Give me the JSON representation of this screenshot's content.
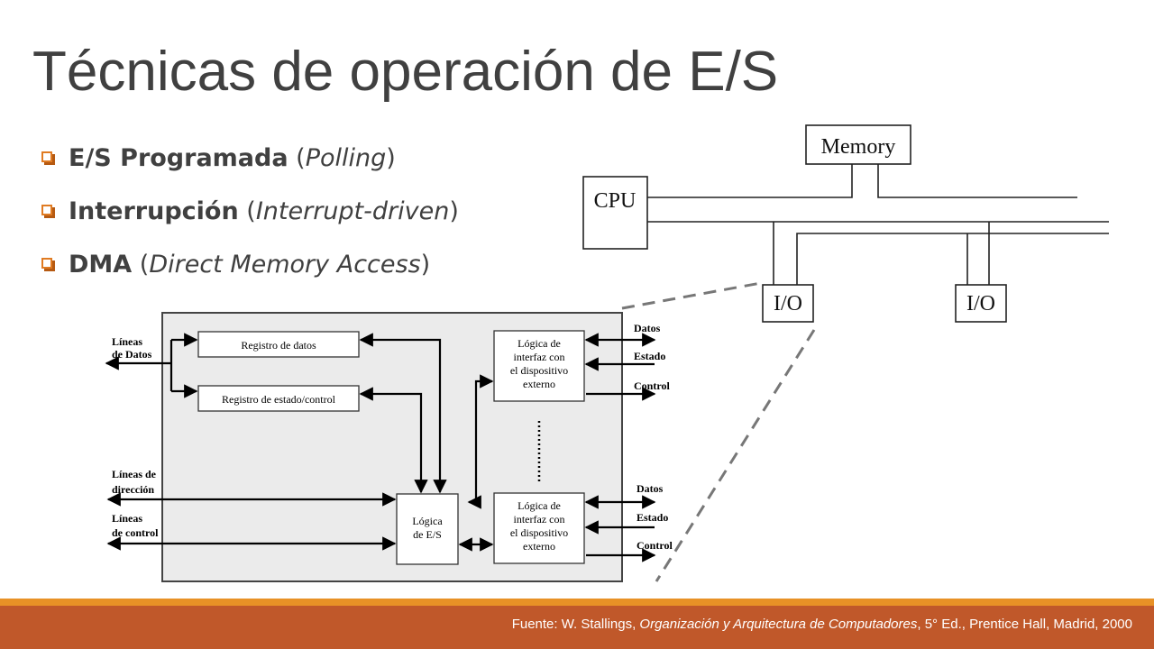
{
  "slide": {
    "title": "Técnicas de operación de E/S",
    "bullets": [
      {
        "bold": "E/S Programada",
        "open": " (",
        "italic": "Polling",
        "close": ")"
      },
      {
        "bold": "Interrupción",
        "open": " (",
        "italic": "Interrupt-driven",
        "close": ")"
      },
      {
        "bold": "DMA",
        "open": " (",
        "italic": "Direct Memory Access",
        "close": ")"
      }
    ]
  },
  "bus_diagram": {
    "memory": "Memory",
    "cpu": "CPU",
    "io_left": "I/O",
    "io_right": "I/O"
  },
  "module_diagram": {
    "lineas_datos_1": "Líneas",
    "lineas_datos_2": "de Datos",
    "lineas_direccion_1": "Líneas de",
    "lineas_direccion_2": "dirección",
    "lineas_control_1": "Líneas",
    "lineas_control_2": "de control",
    "registro_datos": "Registro de datos",
    "registro_estado": "Registro de estado/control",
    "logica_es_1": "Lógica",
    "logica_es_2": "de E/S",
    "interfaz_lines": [
      "Lógica de",
      "interfaz con",
      "el dispositivo",
      "externo"
    ],
    "datos": "Datos",
    "estado": "Estado",
    "control": "Control"
  },
  "footer": {
    "prefix": "Fuente: W. Stallings, ",
    "book": "Organización y Arquitectura de Computadores",
    "suffix": ", 5° Ed., Prentice Hall, Madrid, 2000"
  },
  "colors": {
    "accent": "#e89126",
    "footer": "#c0582a",
    "text": "#404040"
  }
}
